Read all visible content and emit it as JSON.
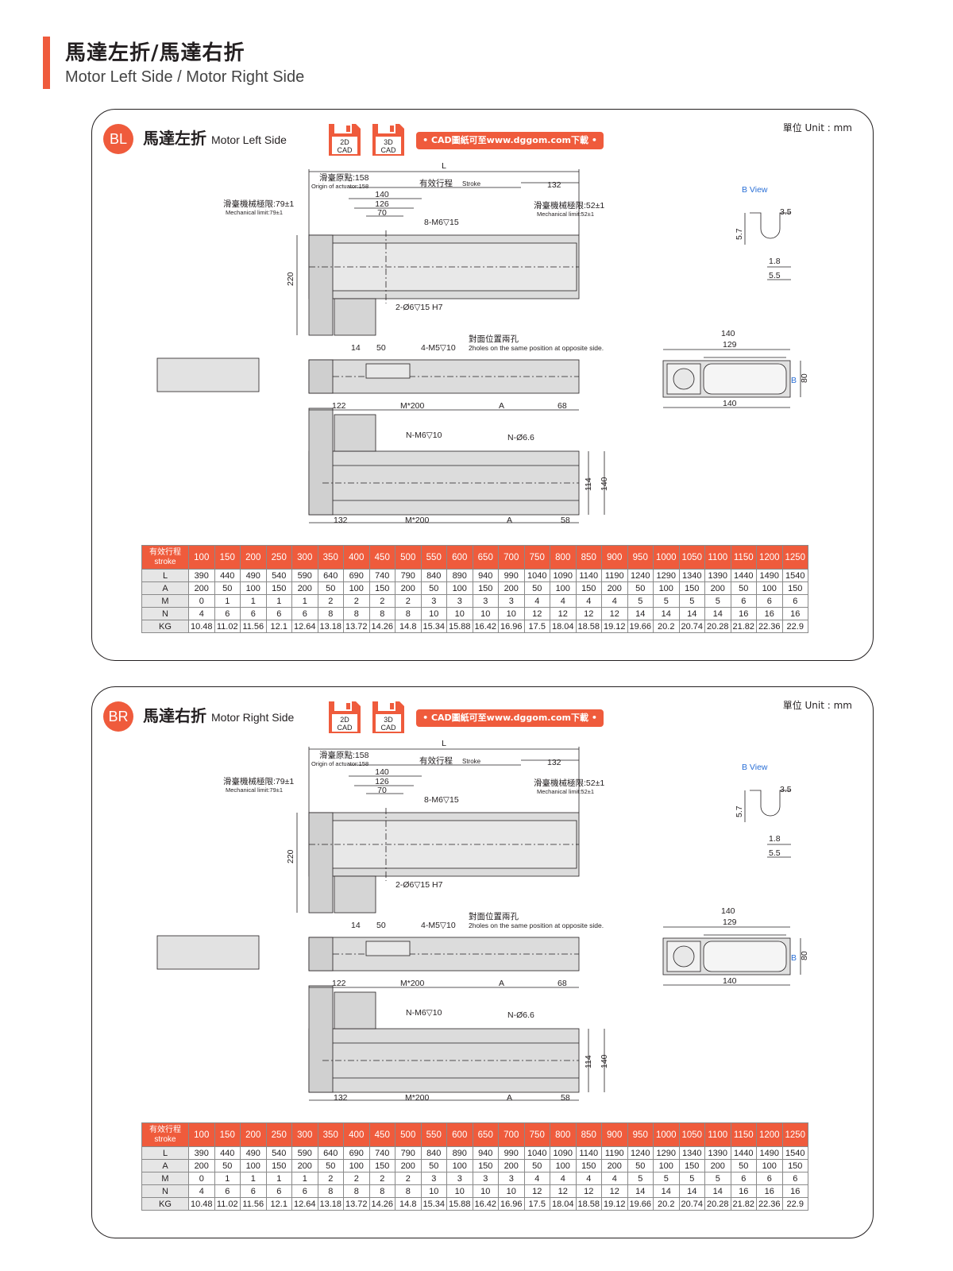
{
  "header": {
    "title_zh": "馬達左折/馬達右折",
    "title_en": "Motor Left Side / Motor Right Side"
  },
  "colors": {
    "accent": "#ef5b3c",
    "line": "#231f20",
    "body_fill": "#d9d9d9"
  },
  "cad": {
    "btn2d_top": "2D",
    "btn2d_bottom": "CAD",
    "btn3d_top": "3D",
    "btn3d_bottom": "CAD",
    "banner": "• CAD圖紙可至www.dggom.com下載 •"
  },
  "unit": "單位 Unit : mm",
  "panels": [
    {
      "badge": "BL",
      "title_zh": "馬達左折",
      "title_en": "Motor Left Side",
      "labels": {
        "L": "L",
        "stroke_zh": "有效行程",
        "stroke_en": "Stroke",
        "origin_zh": "滑臺原點:158",
        "origin_en": "Origin of actuator:158",
        "mech79_zh": "滑臺機械極限:79±1",
        "mech79_en": "Mechanical limit:79±1",
        "mech52_zh": "滑臺機械極限:52±1",
        "mech52_en": "Mechanical limit:52±1",
        "d140": "140",
        "d126": "126",
        "d70": "70",
        "d132": "132",
        "d220": "220",
        "m6": "8-M6▽15",
        "h7": "2-Ø6▽15 H7",
        "d14": "14",
        "d50": "50",
        "m5": "4-M5▽10",
        "opp_zh": "對面位置兩孔",
        "opp_en": "2holes on the same position at opposite side.",
        "d122": "122",
        "m200": "M*200",
        "a": "A",
        "d68": "68",
        "nm6": "N-M6▽10",
        "n66": "N-Ø6.6",
        "d114": "114",
        "d140b": "140",
        "d58": "58",
        "bview": "B View",
        "d35": "3.5",
        "d57": "5.7",
        "d18": "1.8",
        "d55": "5.5",
        "e140": "140",
        "e129": "129",
        "e80": "80",
        "e140b": "140",
        "b": "B"
      }
    },
    {
      "badge": "BR",
      "title_zh": "馬達右折",
      "title_en": "Motor Right Side",
      "labels": {
        "L": "L",
        "stroke_zh": "有效行程",
        "stroke_en": "Stroke",
        "origin_zh": "滑臺原點:158",
        "origin_en": "Origin of actuator:158",
        "mech79_zh": "滑臺機械極限:79±1",
        "mech79_en": "Mechanical limit:79±1",
        "mech52_zh": "滑臺機械極限:52±1",
        "mech52_en": "Mechanical limit:52±1",
        "d140": "140",
        "d126": "126",
        "d70": "70",
        "d132": "132",
        "d220": "220",
        "m6": "8-M6▽15",
        "h7": "2-Ø6▽15 H7",
        "d14": "14",
        "d50": "50",
        "m5": "4-M5▽10",
        "opp_zh": "對面位置兩孔",
        "opp_en": "2holes on the same position at opposite side.",
        "d122": "122",
        "m200": "M*200",
        "a": "A",
        "d68": "68",
        "nm6": "N-M6▽10",
        "n66": "N-Ø6.6",
        "d114": "114",
        "d140b": "140",
        "d58": "58",
        "bview": "B View",
        "d35": "3.5",
        "d57": "5.7",
        "d18": "1.8",
        "d55": "5.5",
        "e140": "140",
        "e129": "129",
        "e80": "80",
        "e140b": "140",
        "b": "B"
      }
    }
  ],
  "table": {
    "stroke_label_zh": "有效行程",
    "stroke_label_en": "stroke",
    "strokes": [
      "100",
      "150",
      "200",
      "250",
      "300",
      "350",
      "400",
      "450",
      "500",
      "550",
      "600",
      "650",
      "700",
      "750",
      "800",
      "850",
      "900",
      "950",
      "1000",
      "1050",
      "1100",
      "1150",
      "1200",
      "1250"
    ],
    "rows": [
      {
        "label": "L",
        "values": [
          "390",
          "440",
          "490",
          "540",
          "590",
          "640",
          "690",
          "740",
          "790",
          "840",
          "890",
          "940",
          "990",
          "1040",
          "1090",
          "1140",
          "1190",
          "1240",
          "1290",
          "1340",
          "1390",
          "1440",
          "1490",
          "1540"
        ]
      },
      {
        "label": "A",
        "values": [
          "200",
          "50",
          "100",
          "150",
          "200",
          "50",
          "100",
          "150",
          "200",
          "50",
          "100",
          "150",
          "200",
          "50",
          "100",
          "150",
          "200",
          "50",
          "100",
          "150",
          "200",
          "50",
          "100",
          "150"
        ]
      },
      {
        "label": "M",
        "values": [
          "0",
          "1",
          "1",
          "1",
          "1",
          "2",
          "2",
          "2",
          "2",
          "3",
          "3",
          "3",
          "3",
          "4",
          "4",
          "4",
          "4",
          "5",
          "5",
          "5",
          "5",
          "6",
          "6",
          "6"
        ]
      },
      {
        "label": "N",
        "values": [
          "4",
          "6",
          "6",
          "6",
          "6",
          "8",
          "8",
          "8",
          "8",
          "10",
          "10",
          "10",
          "10",
          "12",
          "12",
          "12",
          "12",
          "14",
          "14",
          "14",
          "14",
          "16",
          "16",
          "16"
        ]
      },
      {
        "label": "KG",
        "values": [
          "10.48",
          "11.02",
          "11.56",
          "12.1",
          "12.64",
          "13.18",
          "13.72",
          "14.26",
          "14.8",
          "15.34",
          "15.88",
          "16.42",
          "16.96",
          "17.5",
          "18.04",
          "18.58",
          "19.12",
          "19.66",
          "20.2",
          "20.74",
          "20.28",
          "21.82",
          "22.36",
          "22.9"
        ]
      }
    ]
  }
}
